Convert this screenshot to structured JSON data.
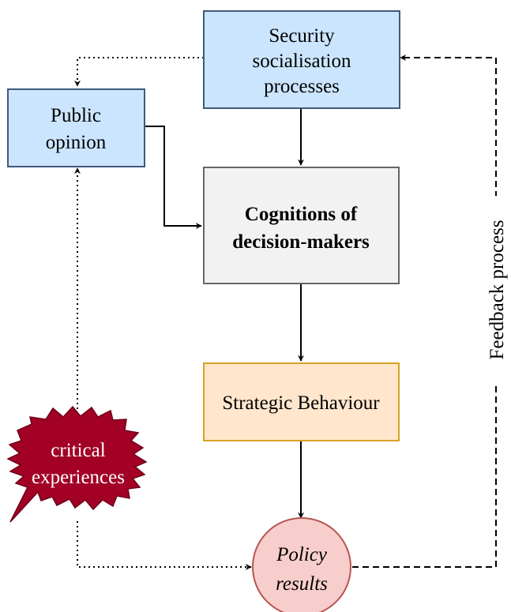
{
  "nodes": {
    "security": {
      "line1": "Security",
      "line2": "socialisation",
      "line3": "processes",
      "fill": "#cce5ff",
      "stroke": "#3f5a78"
    },
    "public": {
      "line1": "Public",
      "line2": "opinion",
      "fill": "#cce5ff",
      "stroke": "#3f5a78"
    },
    "cognitions": {
      "line1": "Cognitions of",
      "line2": "decision-makers",
      "fill": "#f2f2f2",
      "stroke": "#666666"
    },
    "strategic": {
      "label": "Strategic Behaviour",
      "fill": "#ffe6cc",
      "stroke": "#d6a224"
    },
    "policy": {
      "line1": "Policy",
      "line2": "results",
      "fill": "#f8cecc",
      "stroke": "#b85450"
    },
    "critical": {
      "line1": "critical",
      "line2": "experiences",
      "fill": "#a20025",
      "text_color": "#ffffff"
    }
  },
  "edges": {
    "feedback_label": "Feedback process"
  }
}
